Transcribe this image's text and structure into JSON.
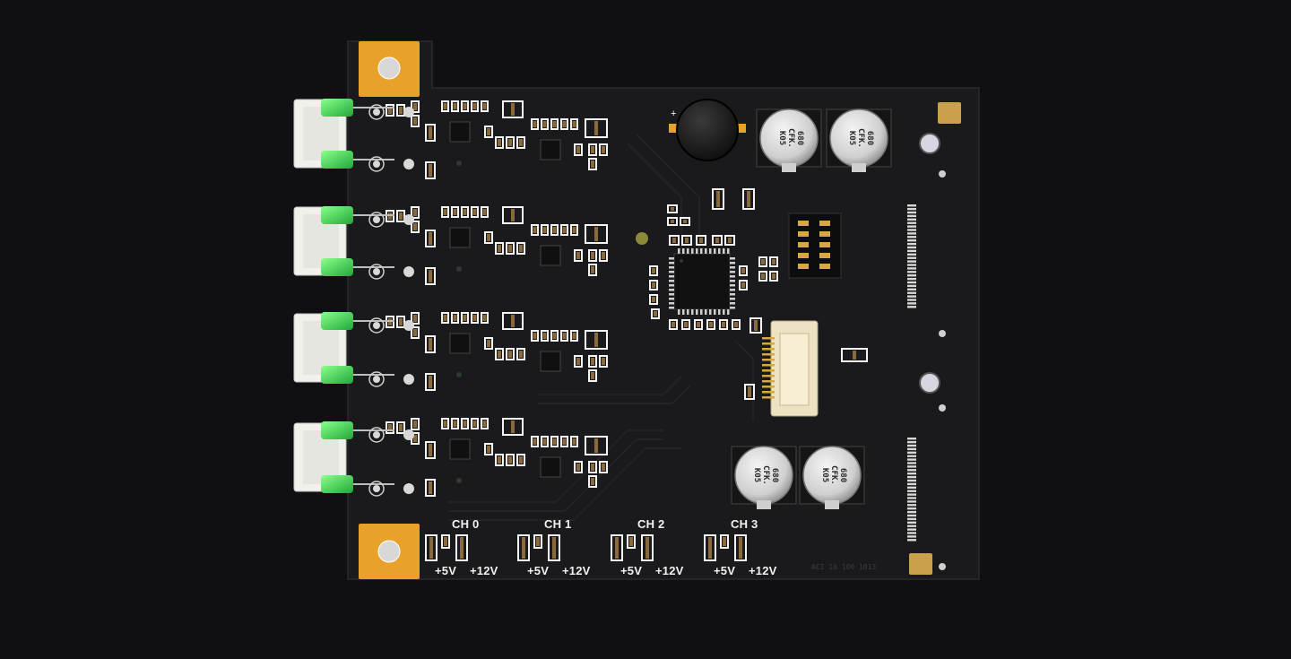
{
  "board": {
    "channels": [
      {
        "name": "CH 0",
        "left_label": "+5V",
        "right_label": "+12V"
      },
      {
        "name": "CH 1",
        "left_label": "+5V",
        "right_label": "+12V"
      },
      {
        "name": "CH 2",
        "left_label": "+5V",
        "right_label": "+12V"
      },
      {
        "name": "CH 3",
        "left_label": "+5V",
        "right_label": "+12V"
      }
    ],
    "capacitor_marking": [
      "680",
      "CFK.",
      "K05"
    ],
    "serial_marking": "ACI 10 100 1013",
    "colors": {
      "background": "#0f0f14",
      "pcb": "#1a1a1c",
      "gold_pad": "#e8a22a",
      "led_green": "#35d24a",
      "silkscreen": "#f2f2f2",
      "connector": "#f0f0ec"
    }
  }
}
